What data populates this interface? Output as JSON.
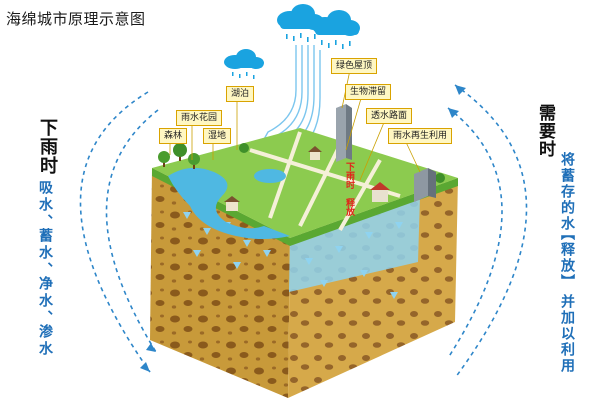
{
  "title": "海绵城市原理示意图",
  "left": {
    "heading": "下雨时",
    "lines": [
      "吸水、",
      "蓄水、",
      "净水、",
      "渗水"
    ]
  },
  "right": {
    "heading": "需要时",
    "line1": "将蓄存的水",
    "line2": "【释放】",
    "line3": "并加以利用"
  },
  "labels": {
    "lake": "湖泊",
    "rain_garden": "雨水花园",
    "forest": "森林",
    "wetland": "湿地",
    "green_roof": "绿色屋顶",
    "bio_swale": "生物滞留",
    "permeable_road": "透水路面",
    "rain_reuse": "雨水再生利用"
  },
  "colors": {
    "rain_blue": "#1f6fb8",
    "cloud": "#1aa3e0",
    "grass": "#7cc142",
    "soil": "#c89a3a",
    "water": "#6fc7ea",
    "tag_bg": "#fff7c2",
    "red_text": "#e2231a"
  },
  "red_notes": {
    "note1": "下雨时",
    "note2": "释放"
  },
  "icons": [
    "cloud-icon",
    "raindrop-icon",
    "tree-icon",
    "building-icon",
    "house-icon"
  ]
}
